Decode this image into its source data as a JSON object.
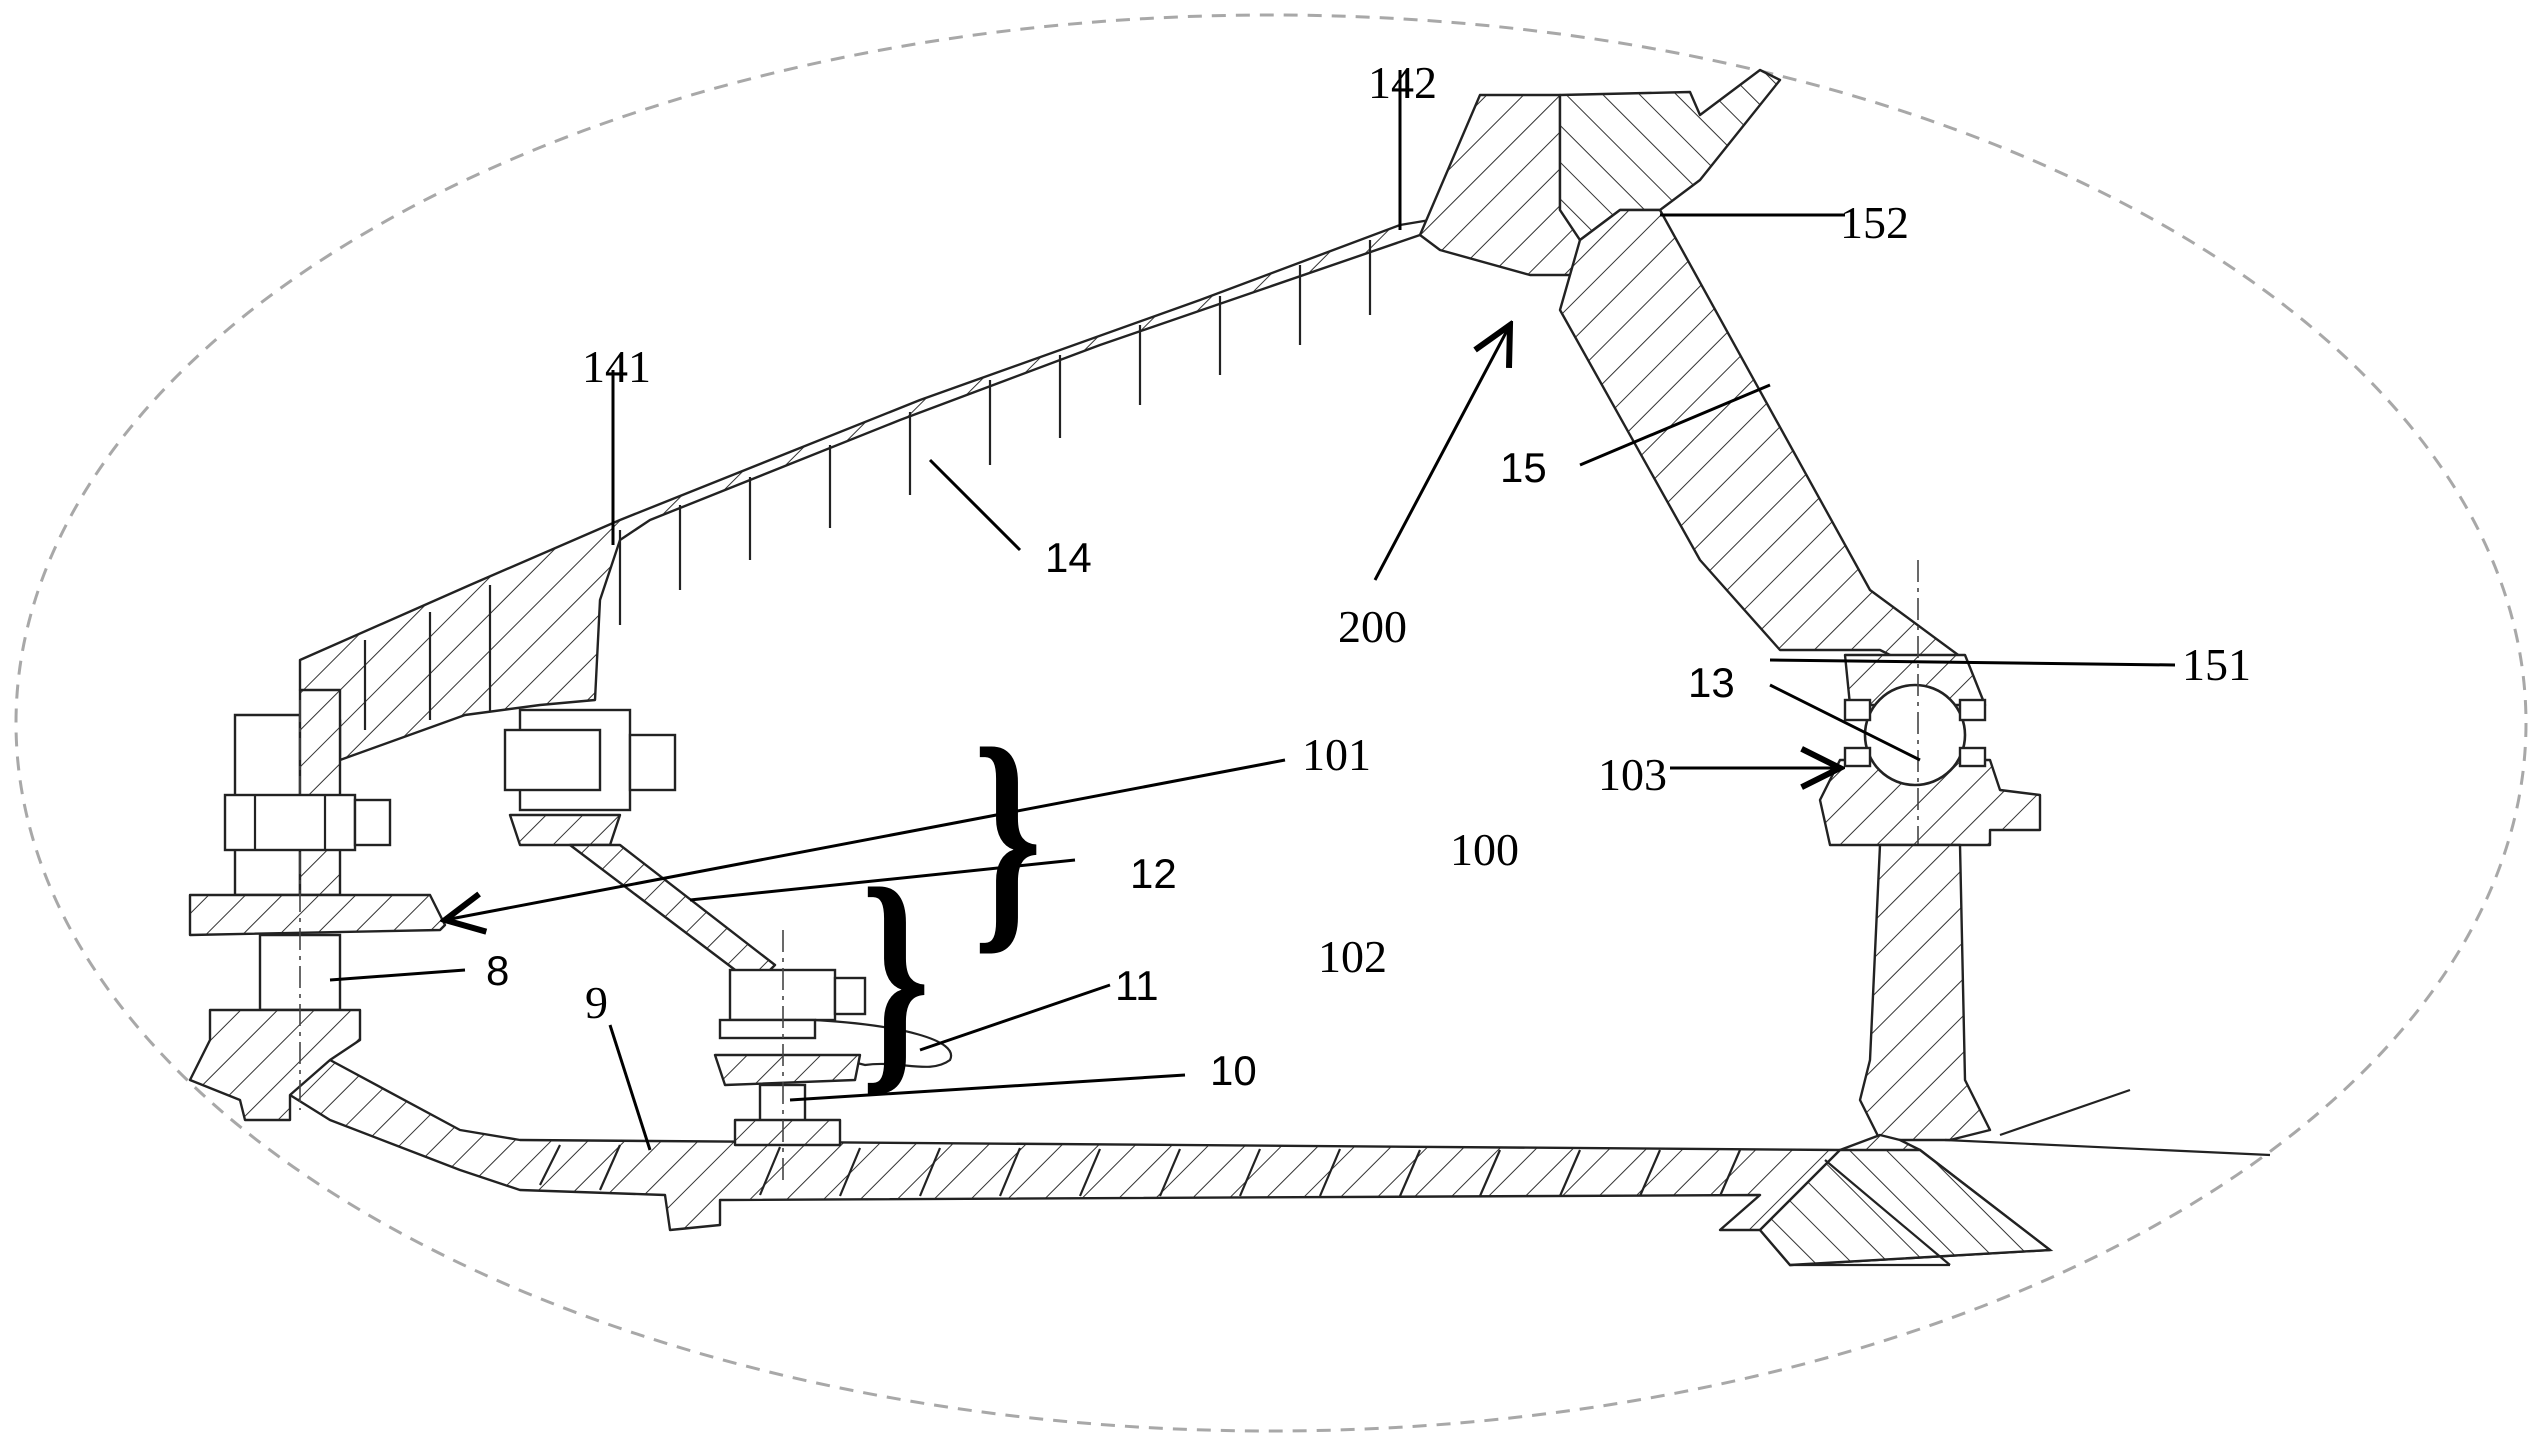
{
  "figure": {
    "labels": {
      "l8": "8",
      "l9": "9",
      "l10": "10",
      "l11": "11",
      "l12": "12",
      "l13": "13",
      "l14": "14",
      "l15": "15",
      "l100": "100",
      "l101": "101",
      "l102": "102",
      "l103": "103",
      "l141": "141",
      "l142": "142",
      "l151": "151",
      "l152": "152",
      "l200": "200"
    },
    "colors": {
      "stroke": "#222222",
      "boundary": "#a8a8a8",
      "background": "#ffffff"
    }
  }
}
